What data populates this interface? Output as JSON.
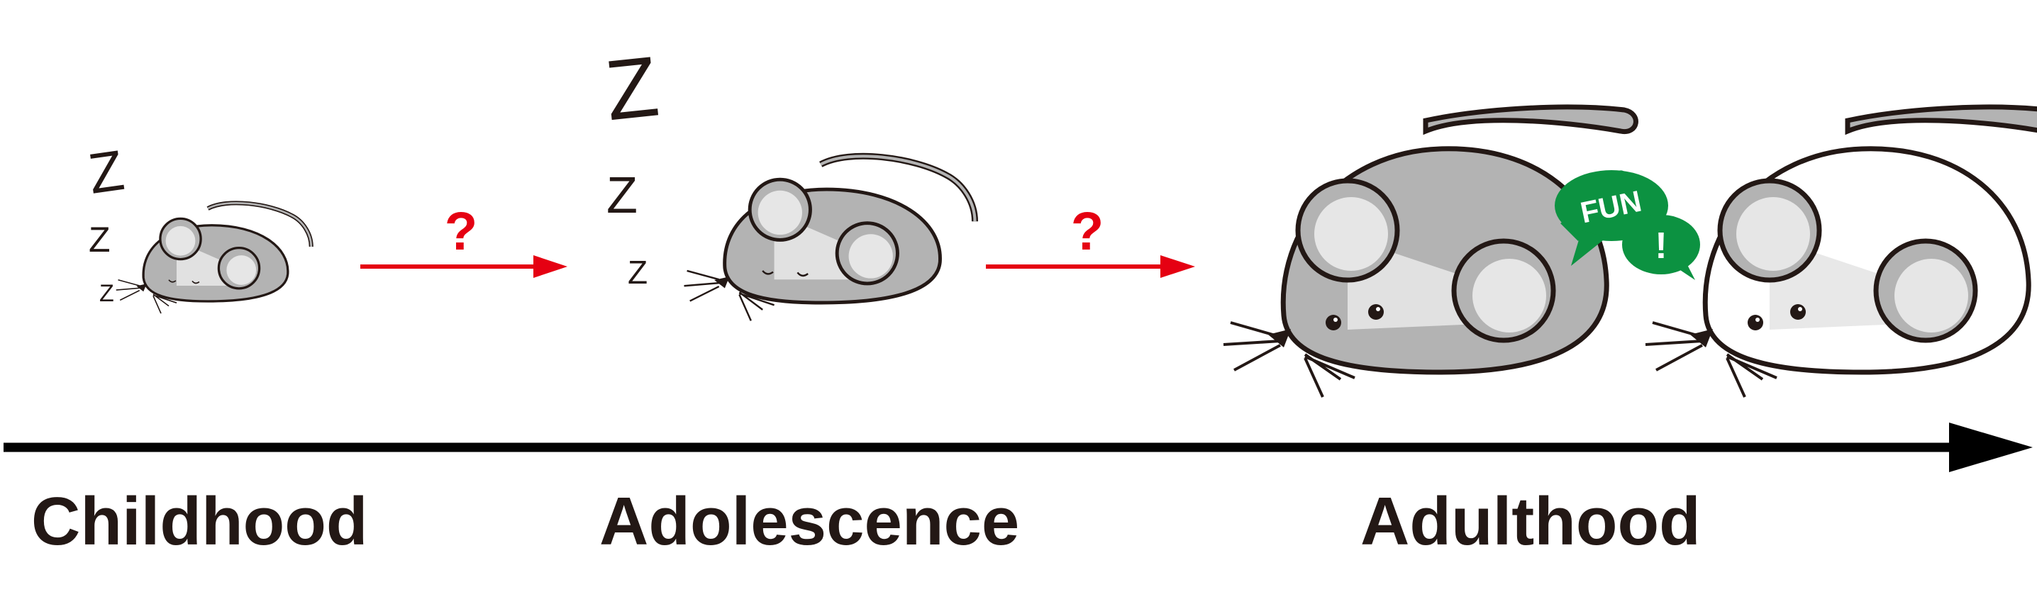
{
  "stages": [
    {
      "label": "Childhood"
    },
    {
      "label": "Adolescence"
    },
    {
      "label": "Adulthood"
    }
  ],
  "transitions": [
    {
      "mark": "?"
    },
    {
      "mark": "?"
    }
  ],
  "sleep_marks": [
    "Z",
    "Z",
    "Z"
  ],
  "speech": {
    "word": "FUN",
    "exclaim": "!"
  },
  "colors": {
    "mouse_gray": "#b3b3b3",
    "ear_inner": "#e6e6e6",
    "arrow_red": "#e50012",
    "speech_green": "#0c9241",
    "timeline": "#000000",
    "text": "#231815"
  }
}
